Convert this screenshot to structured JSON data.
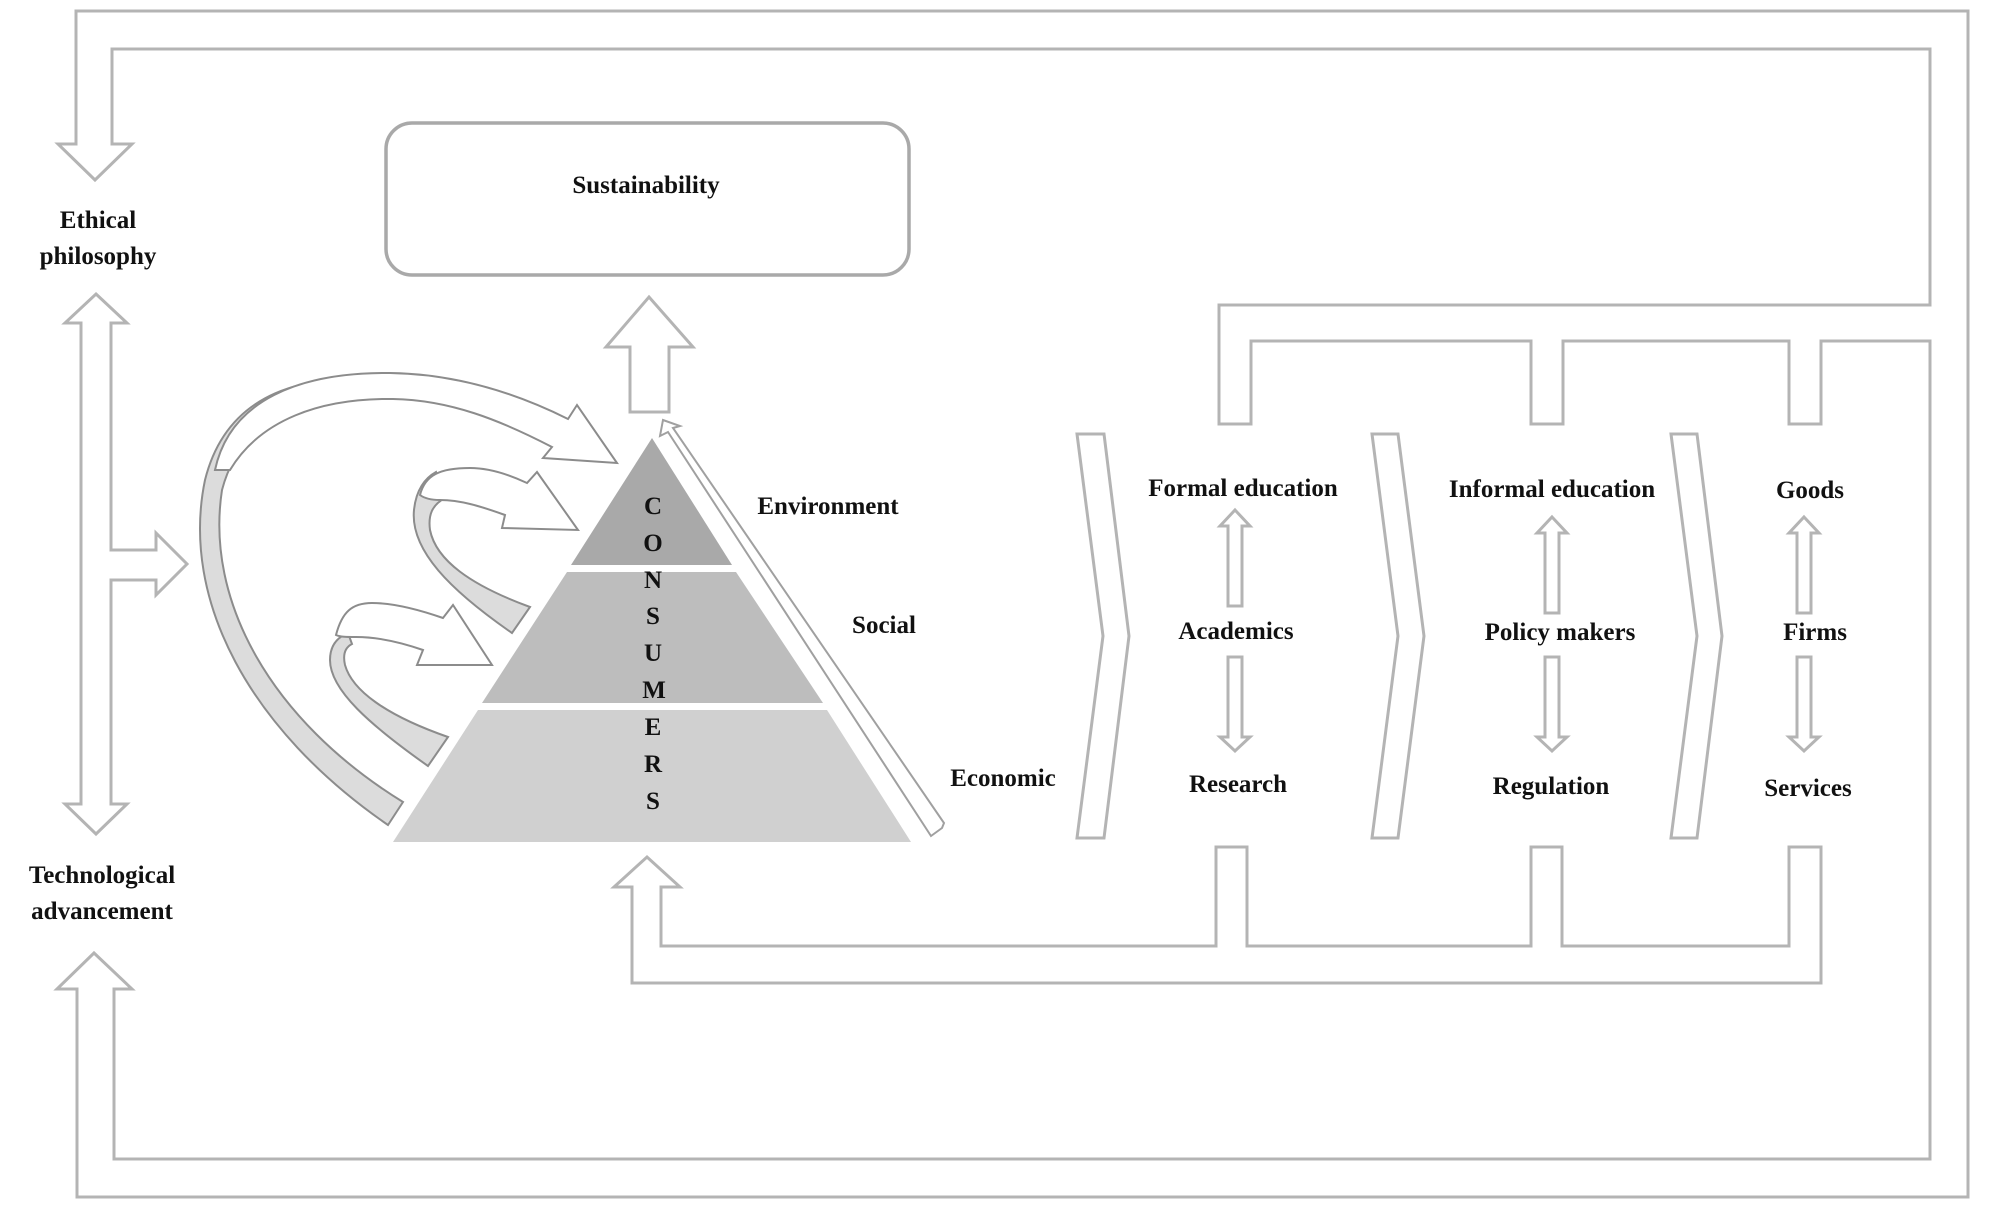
{
  "title_box": {
    "label": "Sustainability"
  },
  "left_factors": {
    "top": {
      "line1": "Ethical",
      "line2": "philosophy"
    },
    "bottom": {
      "line1": "Technological",
      "line2": "advancement"
    }
  },
  "pyramid": {
    "vertical_label_letters": [
      "C",
      "O",
      "N",
      "S",
      "U",
      "M",
      "E",
      "R",
      "S"
    ],
    "vertical_label": "CONSUMERS",
    "tiers": [
      {
        "label": "Environment",
        "color": "#a9a9a9"
      },
      {
        "label": "Social",
        "color": "#bdbdbd"
      },
      {
        "label": "Economic",
        "color": "#d0d0d0"
      }
    ]
  },
  "stakeholder_columns": [
    {
      "top": "Formal education",
      "middle": "Academics",
      "bottom": "Research"
    },
    {
      "top": "Informal education",
      "middle": "Policy makers",
      "bottom": "Regulation"
    },
    {
      "top": "Goods",
      "middle": "Firms",
      "bottom": "Services"
    }
  ],
  "colors": {
    "outline": "#b4b4b4",
    "text": "#111111",
    "ribbon_fill": "#dcdcdc"
  }
}
